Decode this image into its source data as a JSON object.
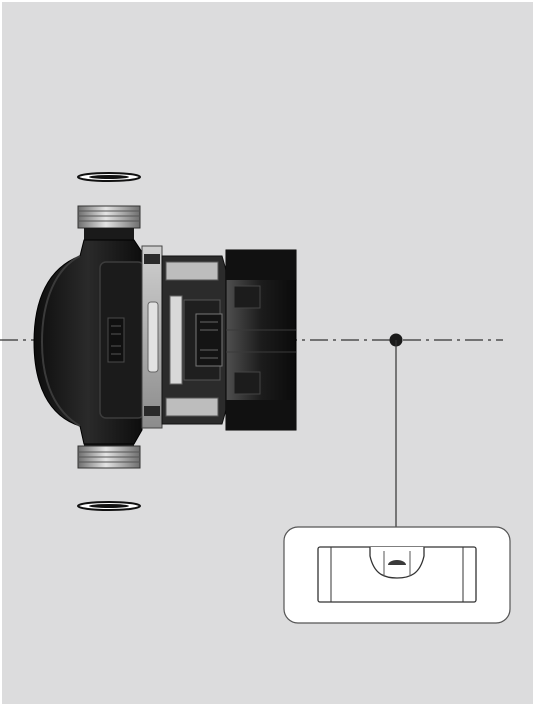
{
  "diagram": {
    "subject": "circulator-pump-side-view",
    "axis_line_style": "dash-dot",
    "indicator": "spirit-level",
    "level_state": "centered"
  },
  "colors": {
    "background": "#dcdcdd",
    "frame": "#ffffff",
    "pump_dark": "#161616",
    "metal": "#a9a9a9",
    "metal_light": "#d7d7d7",
    "callout_fill": "#ffffff",
    "line": "#333333"
  },
  "icons": [
    "pump-icon",
    "gasket-icon",
    "spirit-level-icon",
    "pivot-dot-icon"
  ]
}
